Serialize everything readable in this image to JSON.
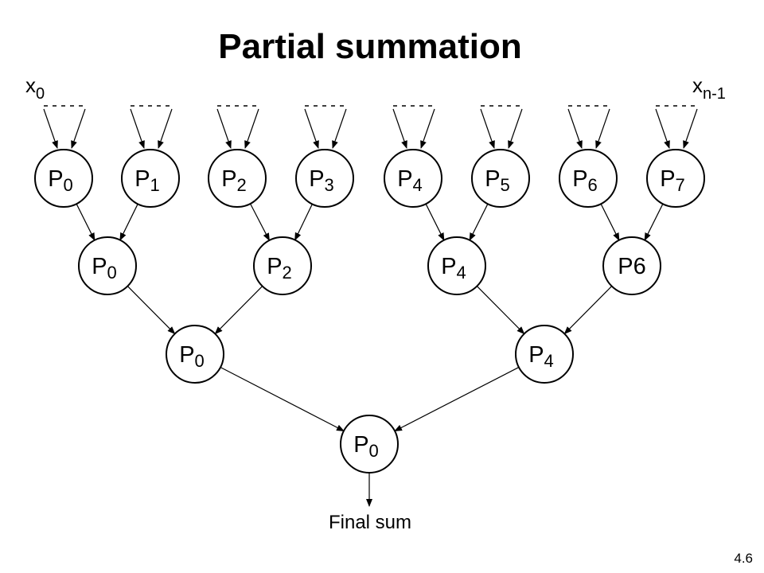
{
  "title": "Partial summation",
  "page_number": "4.6",
  "input_first": {
    "base": "x",
    "sub": "0"
  },
  "input_last": {
    "base": "x",
    "sub": "n-1"
  },
  "output_label": "Final sum",
  "levels": [
    [
      {
        "base": "P",
        "sub": "0"
      },
      {
        "base": "P",
        "sub": "1"
      },
      {
        "base": "P",
        "sub": "2"
      },
      {
        "base": "P",
        "sub": "3"
      },
      {
        "base": "P",
        "sub": "4"
      },
      {
        "base": "P",
        "sub": "5"
      },
      {
        "base": "P",
        "sub": "6"
      },
      {
        "base": "P",
        "sub": "7"
      }
    ],
    [
      {
        "base": "P",
        "sub": "0"
      },
      {
        "base": "P",
        "sub": "2"
      },
      {
        "base": "P",
        "sub": "4"
      },
      {
        "base": "P6",
        "sub": ""
      }
    ],
    [
      {
        "base": "P",
        "sub": "0"
      },
      {
        "base": "P",
        "sub": "4"
      }
    ],
    [
      {
        "base": "P",
        "sub": "0"
      }
    ]
  ]
}
